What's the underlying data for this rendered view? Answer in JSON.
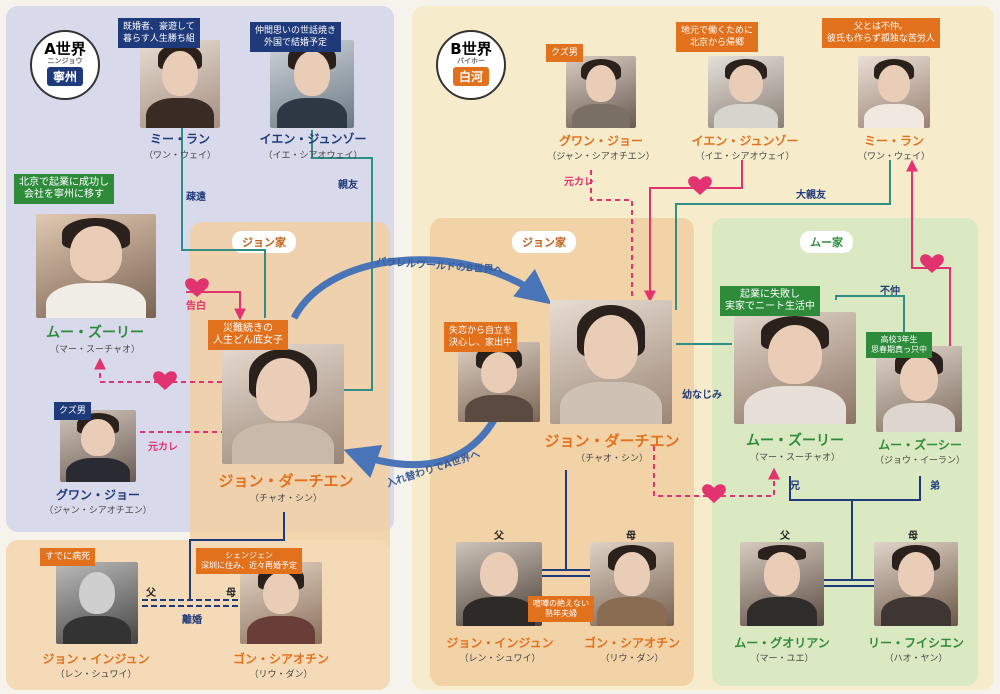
{
  "worlds": {
    "a": {
      "title": "A世界",
      "ruby": "ニンジョウ",
      "place": "寧州"
    },
    "b": {
      "title": "B世界",
      "ruby": "バイホー",
      "place": "白河"
    }
  },
  "families": {
    "zhong_a": "ジョン家",
    "zhong_b": "ジョン家",
    "mu": "ムー家"
  },
  "people": {
    "a_mi": {
      "name": "ミー・ラン",
      "actor": "（ワン・ウェイ）",
      "note": "既婚者、豪遊して\n暮らす人生勝ち組"
    },
    "a_yen": {
      "name": "イエン・ジュンゾー",
      "actor": "（イエ・シアオウェイ）",
      "note": "仲間思いの世話焼き\n外国で結婚予定"
    },
    "a_mu": {
      "name": "ムー・ズーリー",
      "actor": "（マー・スーチャオ）",
      "note": "北京で起業に成功し\n会社を寧州に移す"
    },
    "a_guan": {
      "name": "グワン・ジョー",
      "actor": "（ジャン・シアオチエン）",
      "note": "クズ男"
    },
    "a_zhong": {
      "name": "ジョン・ダーチエン",
      "actor": "（チャオ・シン）",
      "note": "災難続きの\n人生どん底女子"
    },
    "a_father": {
      "name": "ジョン・インジュン",
      "actor": "（レン・シュワイ）",
      "note": "すでに病死"
    },
    "a_mother": {
      "name": "ゴン・シアオチン",
      "actor": "（リウ・ダン）",
      "note": "シェンジェン\n深圳に住み、近々再婚予定"
    },
    "b_guan": {
      "name": "グワン・ジョー",
      "actor": "（ジャン・シアオチエン）",
      "note": "クズ男"
    },
    "b_yen": {
      "name": "イエン・ジュンゾー",
      "actor": "（イエ・シアオウェイ）",
      "note": "地元で働くために\n北京から帰郷"
    },
    "b_mi": {
      "name": "ミー・ラン",
      "actor": "（ワン・ウェイ）",
      "note": "父とは不仲。\n彼氏も作らず孤独な苦労人"
    },
    "b_zhong": {
      "name": "ジョン・ダーチエン",
      "actor": "（チャオ・シン）",
      "note": ""
    },
    "b_mother_note": {
      "note": "失恋から自立を\n決心し、家出中"
    },
    "b_father": {
      "name": "ジョン・インジュン",
      "actor": "（レン・シュワイ）"
    },
    "b_mother": {
      "name": "ゴン・シアオチン",
      "actor": "（リウ・ダン）",
      "note": "喧嘩の絶えない\n熟年夫婦"
    },
    "b_mu": {
      "name": "ムー・ズーリー",
      "actor": "（マー・スーチャオ）",
      "note": "起業に失敗し\n実家でニート生活中"
    },
    "b_mushi": {
      "name": "ムー・ズーシー",
      "actor": "（ジョウ・イーラン）",
      "note": "高校3年生\n思春期真っ只中"
    },
    "b_mufather": {
      "name": "ムー・グオリアン",
      "actor": "（マー・ユエ）"
    },
    "b_mumother": {
      "name": "リー・フイシエン",
      "actor": "（ハオ・ヤン）"
    }
  },
  "relations": {
    "shuen": "疎遠",
    "shinyu": "親友",
    "kokuhaku": "告白",
    "motokare_a": "元カレ",
    "rikon": "離婚",
    "motokare_b": "元カレ",
    "daishinyu": "大親友",
    "fuwa": "不仲",
    "osananajimi": "幼なじみ",
    "ani": "兄",
    "otouto": "弟",
    "father_a": "父",
    "mother_a": "母",
    "father_b": "父",
    "mother_b": "母",
    "father_mu": "父",
    "mother_mu": "母"
  },
  "arrows": {
    "to_b": "パラレルワールドのB世界へ",
    "to_a": "入れ替わりでA世界へ"
  },
  "colors": {
    "a_bg": "#d9d9ec",
    "b_bg": "#f6eccb",
    "zhong_bg": "#f5d6ac",
    "mu_bg": "#dbe9c2",
    "orange": "#e2711d",
    "green": "#2e8b3a",
    "pink": "#e0336f",
    "teal": "#2f8f87",
    "navy": "#1f3a7a"
  }
}
